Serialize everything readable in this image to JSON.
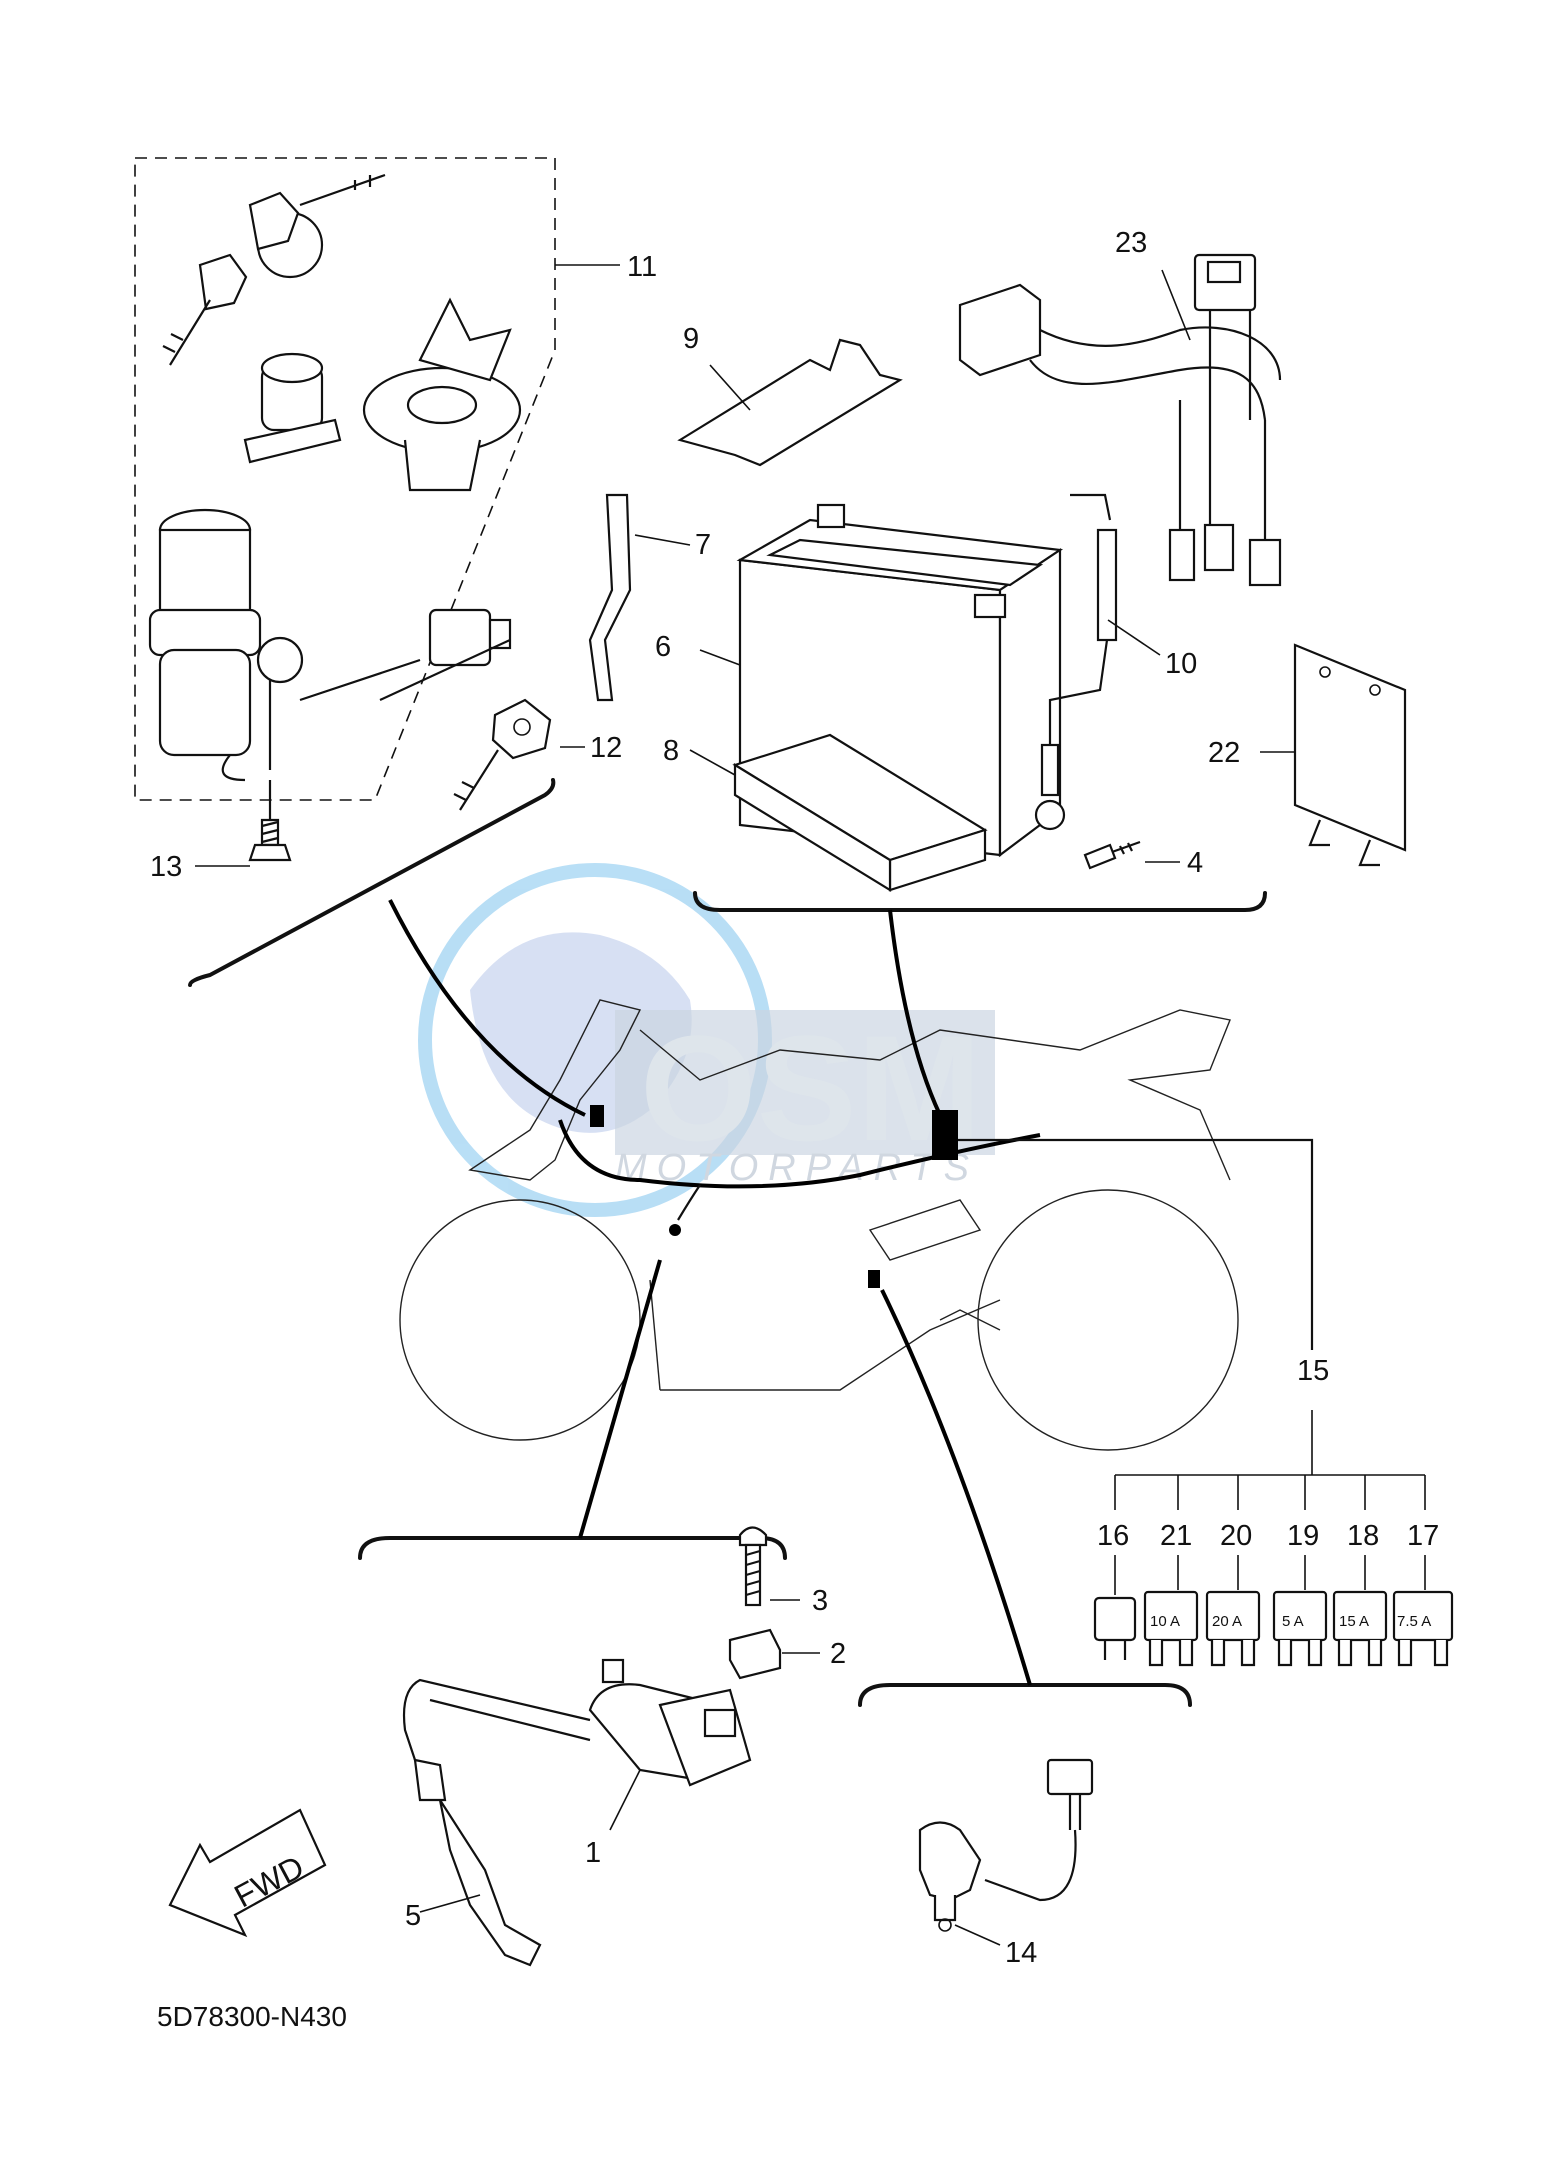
{
  "diagram_code": "5D78300-N430",
  "fwd_label": "FWD",
  "watermark": {
    "brand": "OSM",
    "sub": "MOTORPARTS",
    "color": "#9fb3c9"
  },
  "callouts": {
    "c1": "1",
    "c2": "2",
    "c3": "3",
    "c4": "4",
    "c5": "5",
    "c6": "6",
    "c7": "7",
    "c8": "8",
    "c9": "9",
    "c10": "10",
    "c11": "11",
    "c12": "12",
    "c13": "13",
    "c14": "14",
    "c15": "15",
    "c16": "16",
    "c17": "17",
    "c18": "18",
    "c19": "19",
    "c20": "20",
    "c21": "21",
    "c22": "22",
    "c23": "23"
  },
  "fuses": {
    "f21": "10 A",
    "f20": "20 A",
    "f19": "5 A",
    "f18": "15 A",
    "f17": "7.5 A"
  }
}
